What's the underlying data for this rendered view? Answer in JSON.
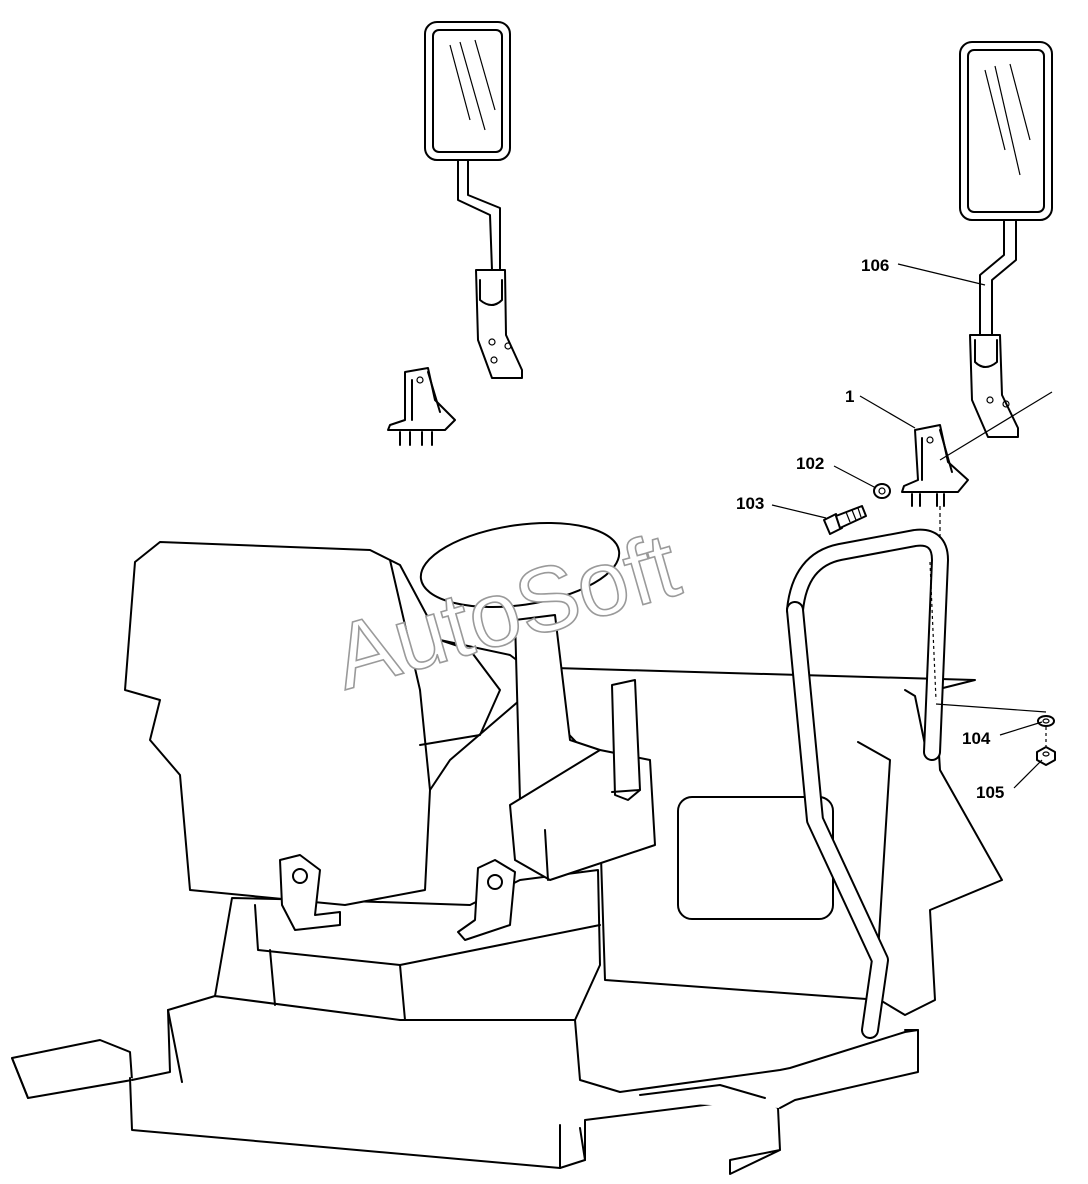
{
  "watermark": "AutoSoft",
  "callouts": [
    {
      "id": "106",
      "label": "106"
    },
    {
      "id": "1",
      "label": "1"
    },
    {
      "id": "102",
      "label": "102"
    },
    {
      "id": "103",
      "label": "103"
    },
    {
      "id": "104",
      "label": "104"
    },
    {
      "id": "105",
      "label": "105"
    }
  ]
}
